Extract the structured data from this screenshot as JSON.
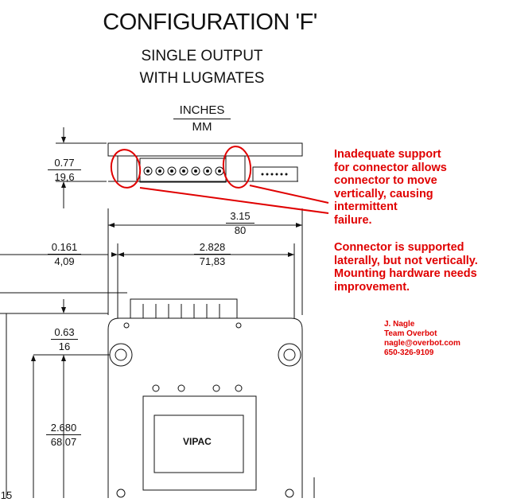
{
  "title": "CONFIGURATION 'F'",
  "subtitle_line1": "SINGLE OUTPUT",
  "subtitle_line2": "WITH LUGMATES",
  "units": {
    "inches": "INCHES",
    "mm": "MM"
  },
  "dimensions": {
    "height": {
      "in": "0.77",
      "mm": "19,6"
    },
    "width": {
      "in": "3.15",
      "mm": "80"
    },
    "offset": {
      "in": "0.161",
      "mm": "4,09"
    },
    "inner": {
      "in": "2.828",
      "mm": "71,83"
    },
    "hole_offset": {
      "in": "0.63",
      "mm": "16"
    },
    "hole_spacing": {
      "in": "2.680",
      "mm": "68,07"
    },
    "partial": {
      "in": "15"
    }
  },
  "module_label": "VIPAC",
  "annotation1": [
    "Inadequate support",
    "for connector allows",
    "connector to move",
    "vertically, causing",
    "intermittent",
    "failure."
  ],
  "annotation2": [
    "Connector is supported",
    "laterally, but not vertically.",
    "Mounting hardware needs",
    "improvement."
  ],
  "signature": {
    "name": "J. Nagle",
    "team": "Team Overbot",
    "email": "nagle@overbot.com",
    "phone": "650-326-9109"
  },
  "colors": {
    "annotation": "#e00000",
    "line": "#111111"
  }
}
